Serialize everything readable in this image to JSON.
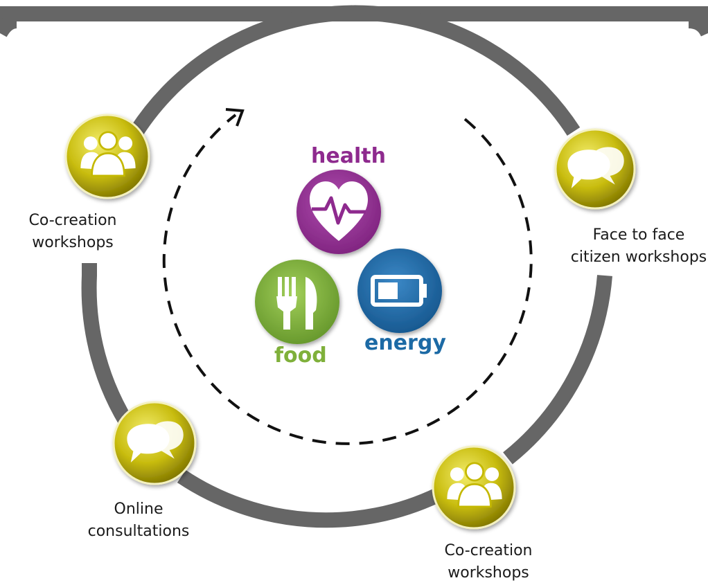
{
  "nodes": [
    {
      "id": "top-left",
      "icon": "people-icon",
      "label": "Co-creation\nworkshops"
    },
    {
      "id": "right",
      "icon": "speech-bubbles-icon",
      "label": "Face to face\ncitizen workshops"
    },
    {
      "id": "bottom-left",
      "icon": "speech-bubbles-icon",
      "label": "Online\nconsultations"
    },
    {
      "id": "bottom-right",
      "icon": "people-icon",
      "label": "Co-creation\nworkshops"
    }
  ],
  "topics": [
    {
      "id": "health",
      "label": "health",
      "icon": "heart-pulse-icon",
      "color": "#8e2a8e"
    },
    {
      "id": "food",
      "label": "food",
      "icon": "fork-knife-icon",
      "color": "#7fb03a"
    },
    {
      "id": "energy",
      "label": "energy",
      "icon": "battery-icon",
      "color": "#1c6aa5"
    }
  ],
  "colors": {
    "track": "#666666",
    "node": "#c4b800",
    "dash": "#111111"
  }
}
